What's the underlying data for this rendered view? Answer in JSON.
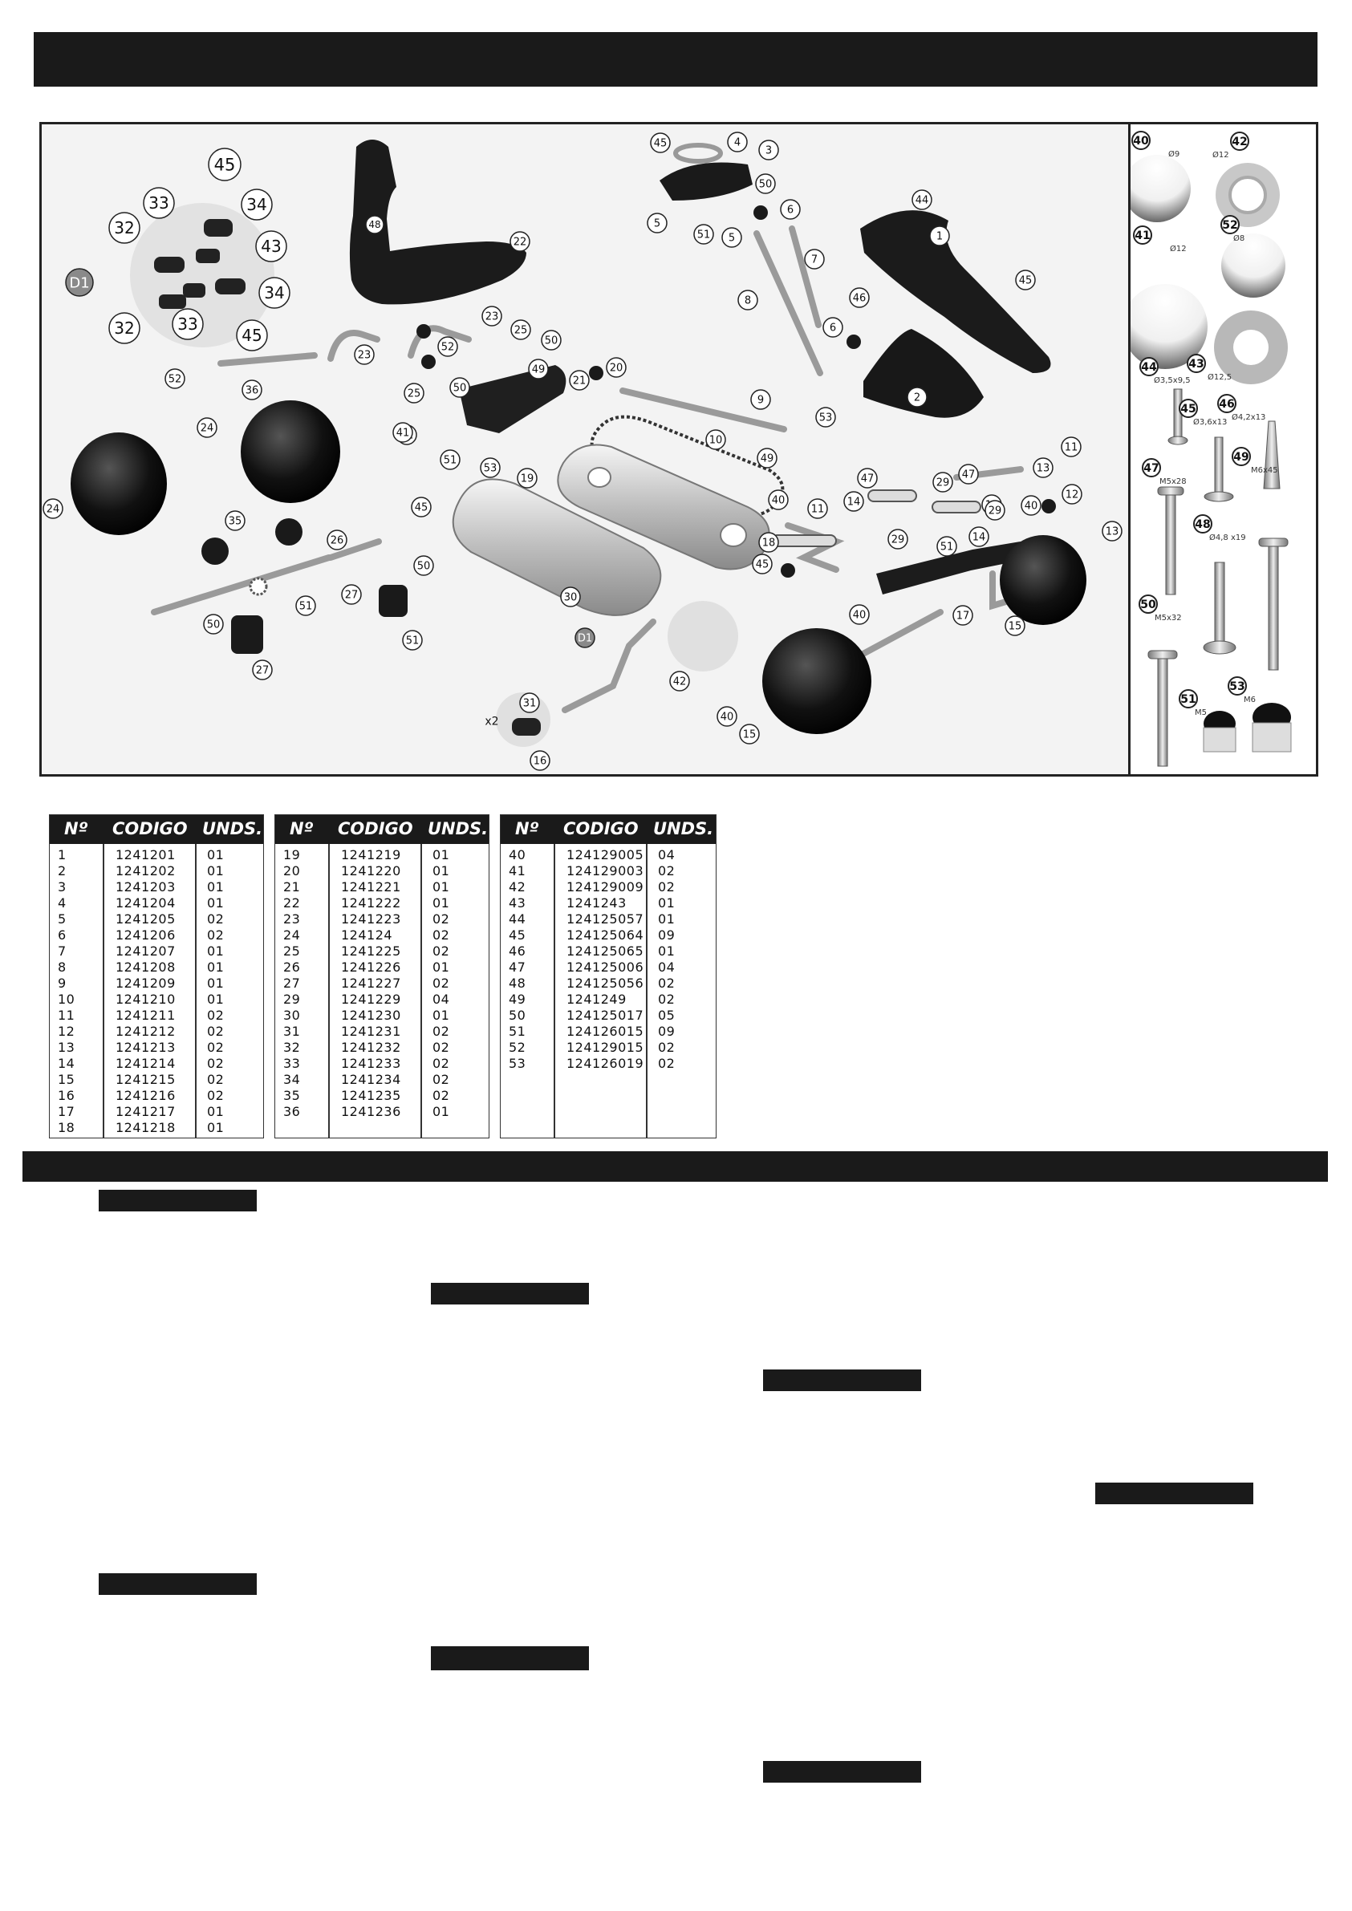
{
  "diagram": {
    "callouts": [
      "45",
      "34",
      "33",
      "32",
      "43",
      "D1",
      "34",
      "32",
      "33",
      "45",
      "52",
      "36",
      "48",
      "22",
      "23",
      "23",
      "25",
      "52",
      "25",
      "50",
      "50",
      "49",
      "21",
      "20",
      "45",
      "4",
      "3",
      "50",
      "6",
      "5",
      "51",
      "5",
      "7",
      "8",
      "46",
      "6",
      "44",
      "1",
      "45",
      "9",
      "53",
      "2",
      "10",
      "49",
      "24",
      "41",
      "24",
      "41",
      "51",
      "53",
      "19",
      "45",
      "35",
      "26",
      "50",
      "51",
      "27",
      "50",
      "51",
      "27",
      "40",
      "11",
      "47",
      "29",
      "47",
      "13",
      "14",
      "29",
      "12",
      "51",
      "14",
      "29",
      "40",
      "11",
      "13",
      "12",
      "18",
      "45",
      "30",
      "D1",
      "42",
      "x2",
      "31",
      "16",
      "17",
      "40",
      "15",
      "40",
      "15"
    ],
    "hardware": [
      {
        "num": "40",
        "spec": "Ø9"
      },
      {
        "num": "42",
        "spec": "Ø12"
      },
      {
        "num": "41",
        "spec": "Ø12"
      },
      {
        "num": "52",
        "spec": "Ø8"
      },
      {
        "num": "43",
        "spec": "Ø12,5"
      },
      {
        "num": "44",
        "spec": "Ø3,5x9,5"
      },
      {
        "num": "45",
        "spec": "Ø3,6x13"
      },
      {
        "num": "46",
        "spec": "Ø4,2x13"
      },
      {
        "num": "47",
        "spec": "M5x28"
      },
      {
        "num": "49",
        "spec": "M6x45"
      },
      {
        "num": "48",
        "spec": "Ø4,8 x19"
      },
      {
        "num": "50",
        "spec": "M5x32"
      },
      {
        "num": "51",
        "spec": "M5"
      },
      {
        "num": "53",
        "spec": "M6"
      }
    ]
  },
  "parts_tables": {
    "headers": {
      "num": "Nº",
      "code": "CODIGO",
      "units": "UNDS."
    },
    "table1": [
      [
        "1",
        "1241201",
        "01"
      ],
      [
        "2",
        "1241202",
        "01"
      ],
      [
        "3",
        "1241203",
        "01"
      ],
      [
        "4",
        "1241204",
        "01"
      ],
      [
        "5",
        "1241205",
        "02"
      ],
      [
        "6",
        "1241206",
        "02"
      ],
      [
        "7",
        "1241207",
        "01"
      ],
      [
        "8",
        "1241208",
        "01"
      ],
      [
        "9",
        "1241209",
        "01"
      ],
      [
        "10",
        "1241210",
        "01"
      ],
      [
        "11",
        "1241211",
        "02"
      ],
      [
        "12",
        "1241212",
        "02"
      ],
      [
        "13",
        "1241213",
        "02"
      ],
      [
        "14",
        "1241214",
        "02"
      ],
      [
        "15",
        "1241215",
        "02"
      ],
      [
        "16",
        "1241216",
        "02"
      ],
      [
        "17",
        "1241217",
        "01"
      ],
      [
        "18",
        "1241218",
        "01"
      ]
    ],
    "table2": [
      [
        "19",
        "1241219",
        "01"
      ],
      [
        "20",
        "1241220",
        "01"
      ],
      [
        "21",
        "1241221",
        "01"
      ],
      [
        "22",
        "1241222",
        "01"
      ],
      [
        "23",
        "1241223",
        "02"
      ],
      [
        "24",
        "124124",
        "02"
      ],
      [
        "25",
        "1241225",
        "02"
      ],
      [
        "26",
        "1241226",
        "01"
      ],
      [
        "27",
        "1241227",
        "02"
      ],
      [
        "29",
        "1241229",
        "04"
      ],
      [
        "30",
        "1241230",
        "01"
      ],
      [
        "31",
        "1241231",
        "02"
      ],
      [
        "32",
        "1241232",
        "02"
      ],
      [
        "33",
        "1241233",
        "02"
      ],
      [
        "34",
        "1241234",
        "02"
      ],
      [
        "35",
        "1241235",
        "02"
      ],
      [
        "36",
        "1241236",
        "01"
      ]
    ],
    "table3": [
      [
        "40",
        "124129005",
        "04"
      ],
      [
        "41",
        "124129003",
        "02"
      ],
      [
        "42",
        "124129009",
        "02"
      ],
      [
        "43",
        "1241243",
        "01"
      ],
      [
        "44",
        "124125057",
        "01"
      ],
      [
        "45",
        "124125064",
        "09"
      ],
      [
        "46",
        "124125065",
        "01"
      ],
      [
        "47",
        "124125006",
        "04"
      ],
      [
        "48",
        "124125056",
        "02"
      ],
      [
        "49",
        "1241249",
        "02"
      ],
      [
        "50",
        "124125017",
        "05"
      ],
      [
        "51",
        "124126015",
        "09"
      ],
      [
        "52",
        "124129015",
        "02"
      ],
      [
        "53",
        "124126019",
        "02"
      ]
    ]
  }
}
